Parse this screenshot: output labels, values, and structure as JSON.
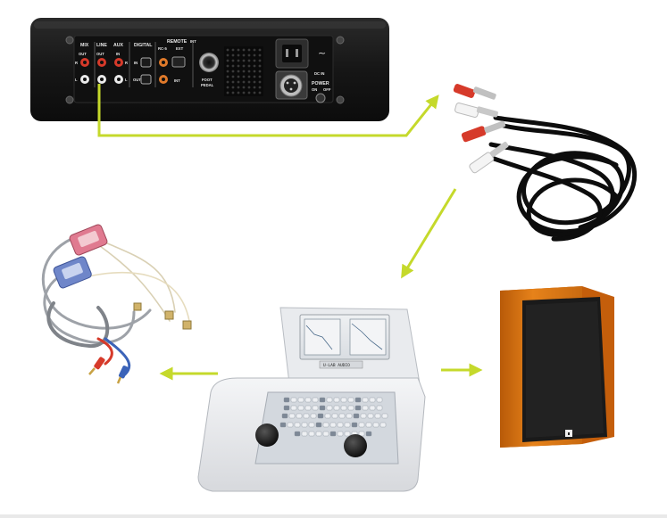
{
  "device": {
    "labels": {
      "mix": "MIX",
      "line": "LINE",
      "aux": "AUX",
      "out": "OUT",
      "out2": "OUT",
      "in": "IN",
      "digital": "DIGITAL",
      "remote": "REMOTE",
      "rc5": "RC-5",
      "ext": "EXT",
      "int": "INT",
      "foot_pedal_1": "FOOT",
      "foot_pedal_2": "PEDAL",
      "dc_in": "DC IN",
      "power": "POWER",
      "power_on": "ON",
      "power_off": "OFF",
      "l": "L",
      "r": "R",
      "in_short": "IN",
      "out_short": "OUT",
      "int_short": "INT"
    }
  },
  "audiometer": {
    "brand_plate": "U-LAB AUDIO"
  },
  "colors": {
    "arrow": "#c5d92b",
    "speaker_wood": "#e07a12",
    "speaker_front": "#1a1a1a",
    "device_body": "#1b1b1b",
    "rca_red": "#d63a2a",
    "rca_white": "#f4f4f4"
  },
  "icons": {
    "ac_symbol": "~"
  }
}
